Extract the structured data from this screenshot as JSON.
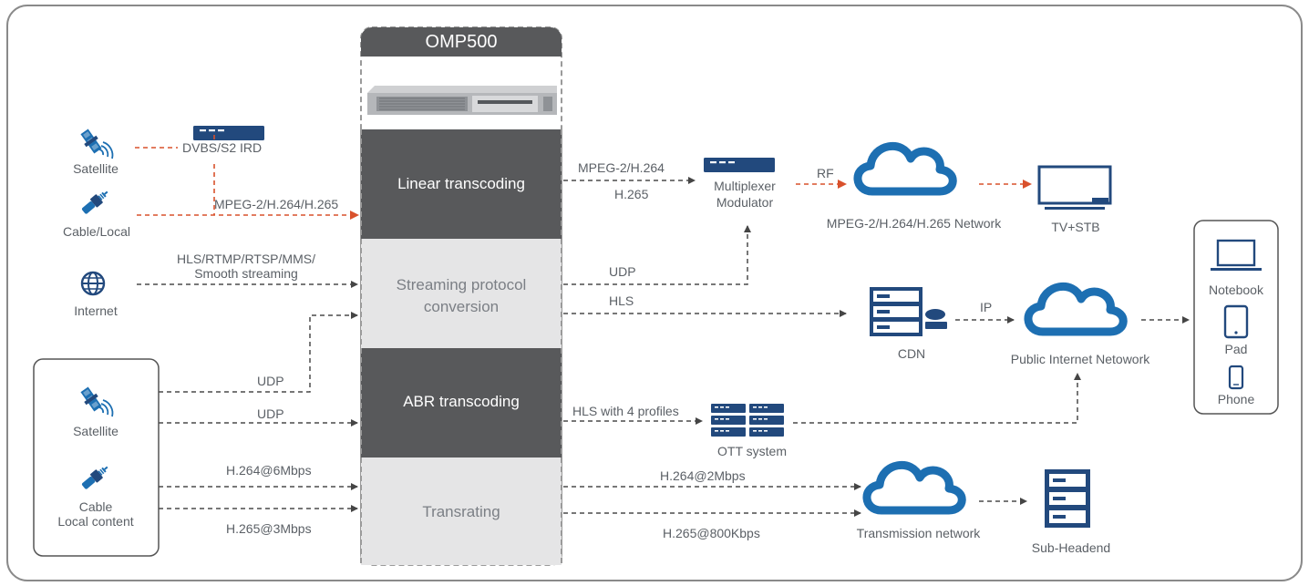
{
  "device": {
    "title": "OMP500"
  },
  "blocks": {
    "linear": "Linear transcoding",
    "streaming_line1": "Streaming protocol",
    "streaming_line2": "conversion",
    "abr": "ABR transcoding",
    "transrating": "Transrating"
  },
  "inputs": {
    "satellite_top": "Satellite",
    "cable_local": "Cable/Local",
    "dvbs_ird": "DVBS/S2 IRD",
    "internet": "Internet",
    "satellite_bottom": "Satellite",
    "cable": "Cable",
    "local_content": "Local content"
  },
  "edge_labels": {
    "mpeg_in": "MPEG-2/H.264/H.265",
    "hls_protocols_line1": "HLS/RTMP/RTSP/MMS/",
    "hls_protocols_line2": "Smooth streaming",
    "udp_1": "UDP",
    "udp_2": "UDP",
    "h264_6m": "H.264@6Mbps",
    "h265_3m": "H.265@3Mbps",
    "out_mpeg": "MPEG-2/H.264",
    "out_h265": "H.265",
    "out_udp": "UDP",
    "out_hls": "HLS",
    "out_hls4": "HLS with 4 profiles",
    "out_h264_2m": "H.264@2Mbps",
    "out_h265_800k": "H.265@800Kbps",
    "rf": "RF",
    "ip": "IP"
  },
  "outputs": {
    "multiplexer": "Multiplexer",
    "modulator": "Modulator",
    "mpeg_network": "MPEG-2/H.264/H.265 Network",
    "tv_stb": "TV+STB",
    "cdn": "CDN",
    "public_internet": "Public Internet Netowork",
    "ott": "OTT system",
    "transmission": "Transmission network",
    "sub_headend": "Sub-Headend",
    "notebook": "Notebook",
    "pad": "Pad",
    "phone": "Phone"
  },
  "colors": {
    "dark_block": "#58595b",
    "light_block": "#e5e5e6",
    "navy": "#22497d",
    "blue": "#1d6fb2",
    "red": "#d9512c",
    "dash": "#4a4a4a",
    "frame": "#8a8a8a"
  },
  "icons": [
    "satellite-icon",
    "cable-icon",
    "globe-icon",
    "ird-icon",
    "server-rack-icon",
    "cloud-icon",
    "tv-icon",
    "cdn-icon",
    "ott-icon",
    "notebook-icon",
    "pad-icon",
    "phone-icon"
  ]
}
